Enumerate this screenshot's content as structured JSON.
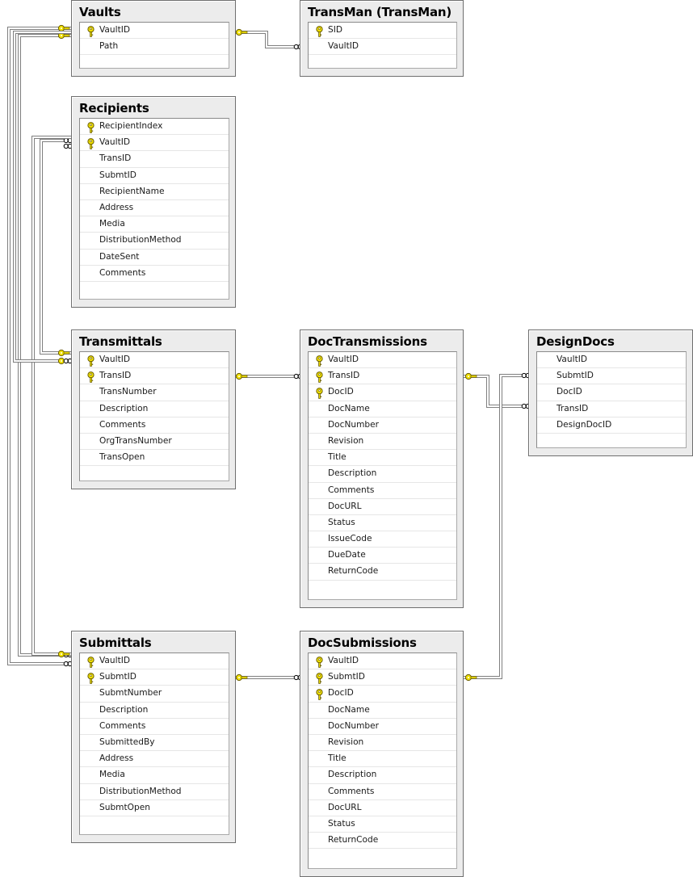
{
  "tables": [
    {
      "id": "vaults",
      "title": "Vaults",
      "columns": [
        {
          "name": "VaultID",
          "pk": true
        },
        {
          "name": "Path",
          "pk": false
        }
      ]
    },
    {
      "id": "transman",
      "title": "TransMan (TransMan)",
      "columns": [
        {
          "name": "SID",
          "pk": true
        },
        {
          "name": "VaultID",
          "pk": false
        }
      ]
    },
    {
      "id": "recipients",
      "title": "Recipients",
      "columns": [
        {
          "name": "RecipientIndex",
          "pk": true
        },
        {
          "name": "VaultID",
          "pk": true
        },
        {
          "name": "TransID",
          "pk": false
        },
        {
          "name": "SubmtID",
          "pk": false
        },
        {
          "name": "RecipientName",
          "pk": false
        },
        {
          "name": "Address",
          "pk": false
        },
        {
          "name": "Media",
          "pk": false
        },
        {
          "name": "DistributionMethod",
          "pk": false
        },
        {
          "name": "DateSent",
          "pk": false
        },
        {
          "name": "Comments",
          "pk": false
        }
      ]
    },
    {
      "id": "transmittals",
      "title": "Transmittals",
      "columns": [
        {
          "name": "VaultID",
          "pk": true
        },
        {
          "name": "TransID",
          "pk": true
        },
        {
          "name": "TransNumber",
          "pk": false
        },
        {
          "name": "Description",
          "pk": false
        },
        {
          "name": "Comments",
          "pk": false
        },
        {
          "name": "OrgTransNumber",
          "pk": false
        },
        {
          "name": "TransOpen",
          "pk": false
        }
      ]
    },
    {
      "id": "doctransmissions",
      "title": "DocTransmissions",
      "columns": [
        {
          "name": "VaultID",
          "pk": true
        },
        {
          "name": "TransID",
          "pk": true
        },
        {
          "name": "DocID",
          "pk": true
        },
        {
          "name": "DocName",
          "pk": false
        },
        {
          "name": "DocNumber",
          "pk": false
        },
        {
          "name": "Revision",
          "pk": false
        },
        {
          "name": "Title",
          "pk": false
        },
        {
          "name": "Description",
          "pk": false
        },
        {
          "name": "Comments",
          "pk": false
        },
        {
          "name": "DocURL",
          "pk": false
        },
        {
          "name": "Status",
          "pk": false
        },
        {
          "name": "IssueCode",
          "pk": false
        },
        {
          "name": "DueDate",
          "pk": false
        },
        {
          "name": "ReturnCode",
          "pk": false
        }
      ]
    },
    {
      "id": "designdocs",
      "title": "DesignDocs",
      "columns": [
        {
          "name": "VaultID",
          "pk": false
        },
        {
          "name": "SubmtID",
          "pk": false
        },
        {
          "name": "DocID",
          "pk": false
        },
        {
          "name": "TransID",
          "pk": false
        },
        {
          "name": "DesignDocID",
          "pk": false
        }
      ]
    },
    {
      "id": "submittals",
      "title": "Submittals",
      "columns": [
        {
          "name": "VaultID",
          "pk": true
        },
        {
          "name": "SubmtID",
          "pk": true
        },
        {
          "name": "SubmtNumber",
          "pk": false
        },
        {
          "name": "Description",
          "pk": false
        },
        {
          "name": "Comments",
          "pk": false
        },
        {
          "name": "SubmittedBy",
          "pk": false
        },
        {
          "name": "Address",
          "pk": false
        },
        {
          "name": "Media",
          "pk": false
        },
        {
          "name": "DistributionMethod",
          "pk": false
        },
        {
          "name": "SubmtOpen",
          "pk": false
        }
      ]
    },
    {
      "id": "docsubmissions",
      "title": "DocSubmissions",
      "columns": [
        {
          "name": "VaultID",
          "pk": true
        },
        {
          "name": "SubmtID",
          "pk": true
        },
        {
          "name": "DocID",
          "pk": true
        },
        {
          "name": "DocName",
          "pk": false
        },
        {
          "name": "DocNumber",
          "pk": false
        },
        {
          "name": "Revision",
          "pk": false
        },
        {
          "name": "Title",
          "pk": false
        },
        {
          "name": "Description",
          "pk": false
        },
        {
          "name": "Comments",
          "pk": false
        },
        {
          "name": "DocURL",
          "pk": false
        },
        {
          "name": "Status",
          "pk": false
        },
        {
          "name": "ReturnCode",
          "pk": false
        }
      ]
    }
  ],
  "relationships": [
    {
      "one": "vaults",
      "many": "transman"
    },
    {
      "one": "vaults",
      "many": "recipients"
    },
    {
      "one": "vaults",
      "many": "submittals"
    },
    {
      "one": "transmittals",
      "many": "recipients"
    },
    {
      "one": "submittals",
      "many": "recipients"
    },
    {
      "one": "vaults",
      "many": "transmittals"
    },
    {
      "one": "transmittals",
      "many": "doctransmissions"
    },
    {
      "one": "doctransmissions",
      "many": "designdocs"
    },
    {
      "one": "docsubmissions",
      "many": "designdocs"
    },
    {
      "one": "submittals",
      "many": "docsubmissions"
    }
  ],
  "colors": {
    "key": "#f0e000",
    "key_outline": "#6b5e00",
    "line": "#8a8a8a",
    "panel": "#ececec"
  }
}
